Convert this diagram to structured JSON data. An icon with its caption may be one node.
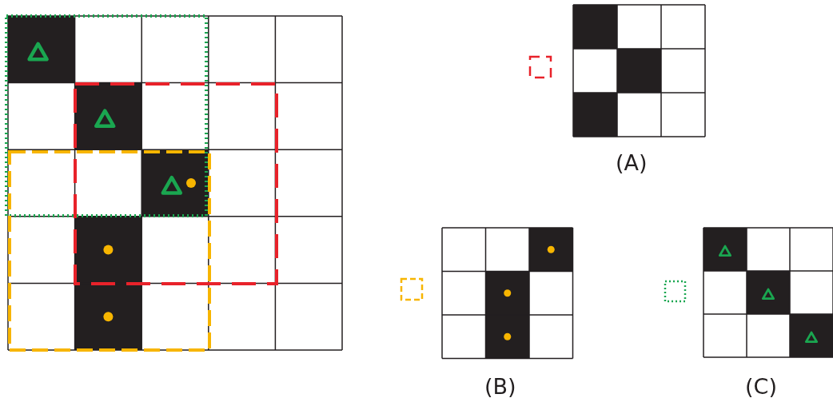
{
  "diagram": {
    "labels": [
      "(A)",
      "(B)",
      "(C)"
    ]
  }
}
